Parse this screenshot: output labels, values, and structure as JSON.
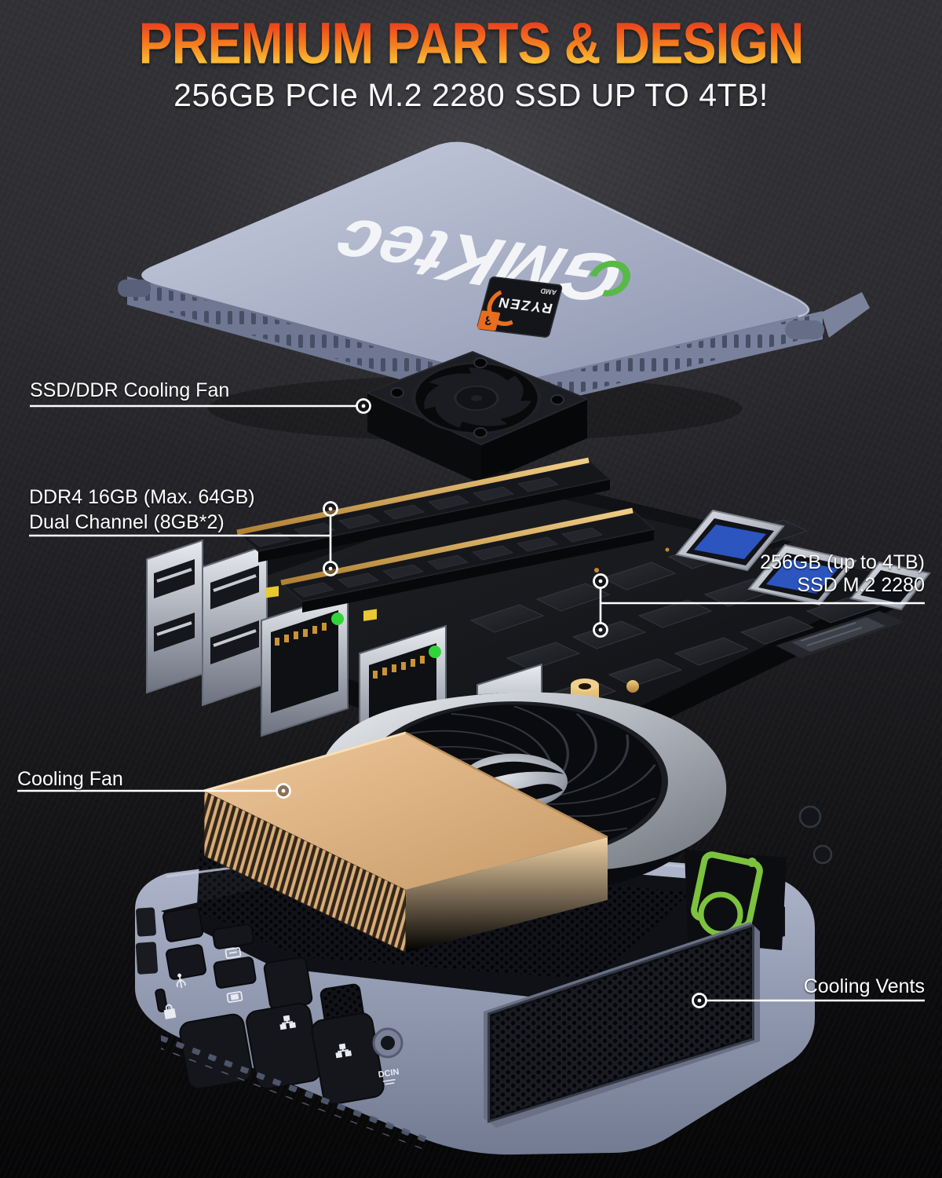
{
  "header": {
    "title": "PREMIUM PARTS & DESIGN",
    "subtitle": "256GB PCIe M.2 2280 SSD UP TO 4TB!"
  },
  "callouts": {
    "ssd_fan": {
      "label": "SSD/DDR Cooling Fan"
    },
    "ram": {
      "line1": "DDR4 16GB (Max. 64GB)",
      "line2": "Dual Channel (8GB*2)"
    },
    "ssd": {
      "line1": "256GB (up to 4TB)",
      "line2": "SSD M.2 2280"
    },
    "cpu_fan": {
      "label": "Cooling Fan"
    },
    "vents": {
      "label": "Cooling Vents"
    }
  },
  "device": {
    "brand": "GMKtec",
    "sticker": {
      "series": "RYZEN",
      "number": "3",
      "brand": "AMD"
    },
    "dc_label": "DCIN"
  },
  "colors": {
    "title_gradient_top": "#e53a1d",
    "title_gradient_mid": "#f5831f",
    "title_gradient_bottom": "#ffd24a",
    "label_text": "#ffffff",
    "chassis_gray_blue": "#9ba3bb",
    "heatsink_copper": "#dcb184",
    "pcb_black": "#17181b",
    "accent_green": "#7cc23e",
    "led_yellow": "#e9c832",
    "led_green": "#30d43a",
    "usb_blue": "#2c55c0"
  }
}
